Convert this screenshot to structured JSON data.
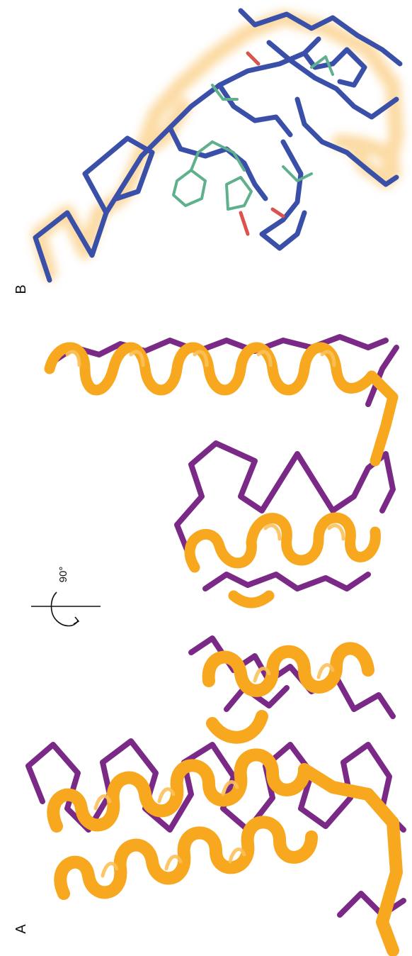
{
  "figure": {
    "panel_a_label": "A",
    "panel_b_label": "B",
    "rotation_label": "90°"
  },
  "colors": {
    "ribbon_orange": "#F7A81E",
    "ribbon_orange_light": "#FBC25A",
    "trace_purple": "#7A2A86",
    "trace_blue": "#3A4FA8",
    "sidechain_green": "#5FB08C",
    "sidechain_red": "#D9534F",
    "halo_orange": "#F9BE5C"
  }
}
